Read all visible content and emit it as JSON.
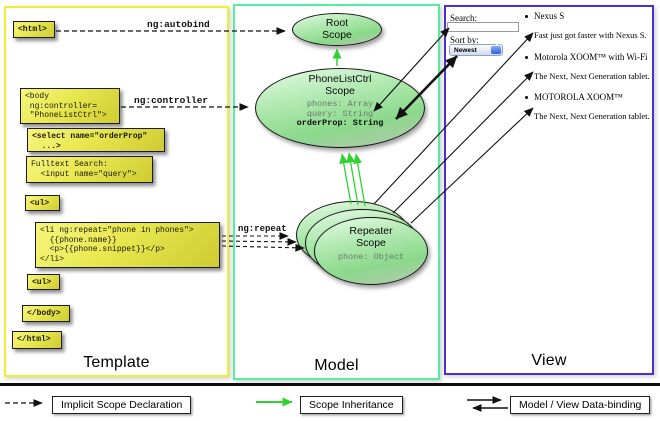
{
  "columns": {
    "template": "Template",
    "model": "Model",
    "view": "View"
  },
  "directives": {
    "autobind": "ng:autobind",
    "controller": "ng:controller",
    "repeat": "ng:repeat"
  },
  "code_boxes": {
    "html_open": "<html>",
    "body_open": "<body\n ng:controller=\n \"PhoneListCtrl\">",
    "select": "<select name=\"orderProp\"\n  ...>",
    "fulltext": "Fulltext Search:\n  <input name=\"query\">",
    "ul_open": "<ul>",
    "li_repeat": "<li ng:repeat=\"phone in phones\">\n  {{phone.name}}\n  <p>{{phone.snippet}}</p>\n</li>",
    "ul_close": "<ul>",
    "body_close": "</body>",
    "html_close": "</html>"
  },
  "scopes": {
    "root_title": "Root\nScope",
    "phonelist_title": "PhoneListCtrl\nScope",
    "phonelist_props": "phones: Array\nquery: String",
    "phonelist_prop_bold": "orderProp: String",
    "repeater_title": "Repeater\nScope",
    "repeater_prop": "phone: Object"
  },
  "view": {
    "search_label": "Search:",
    "search_value": "",
    "sort_label": "Sort by:",
    "sort_value": "Newest",
    "items": [
      {
        "title": "Nexus S",
        "desc": "Fast just got faster with Nexus S."
      },
      {
        "title": "Motorola XOOM™ with Wi-Fi",
        "desc": "The Next, Next Generation tablet."
      },
      {
        "title": "MOTOROLA XOOM™",
        "desc": "The Next, Next Generation tablet."
      }
    ]
  },
  "legend": {
    "implicit": "Implicit Scope Declaration",
    "inheritance": "Scope Inheritance",
    "binding": "Model / View Data-binding"
  },
  "colors": {
    "template_border": "#f0ee33",
    "model_border": "#55eca4",
    "view_border": "#4c2ed1",
    "code_box_yellow": "#e9e74f",
    "scope_green": "#9fe49f",
    "green_arrow": "#2fd32f",
    "black": "#111111"
  }
}
